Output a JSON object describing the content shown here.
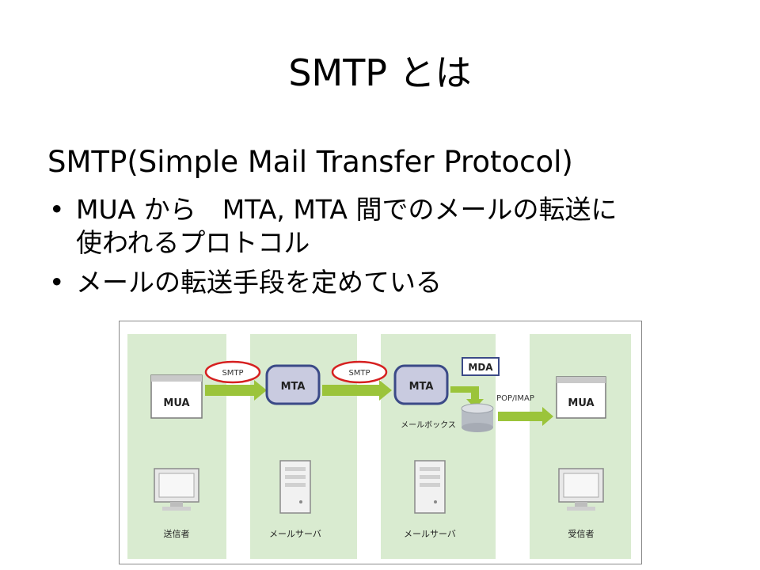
{
  "slide": {
    "title": "SMTP とは",
    "subtitle": "SMTP(Simple Mail Transfer Protocol)",
    "bullets": [
      {
        "line1": "MUA から　MTA, MTA 間でのメールの転送に",
        "line2": "使われるプロトコル"
      },
      {
        "line1": "メールの転送手段を定めている"
      }
    ]
  },
  "diagram": {
    "mua_sender": "MUA",
    "mua_receiver": "MUA",
    "mta_1": "MTA",
    "mta_2": "MTA",
    "mda": "MDA",
    "smtp_1": "SMTP",
    "smtp_2": "SMTP",
    "pop_imap": "POP/IMAP",
    "mailbox": "メールボックス",
    "sender_label": "送信者",
    "server_label_1": "メールサーバ",
    "server_label_2": "メールサーバ",
    "receiver_label": "受信者",
    "colors": {
      "column_bg": "#d9ebd0",
      "arrow_green": "#9bc43a",
      "mta_box": "#3b4a87",
      "highlight_red": "#d62020"
    }
  }
}
